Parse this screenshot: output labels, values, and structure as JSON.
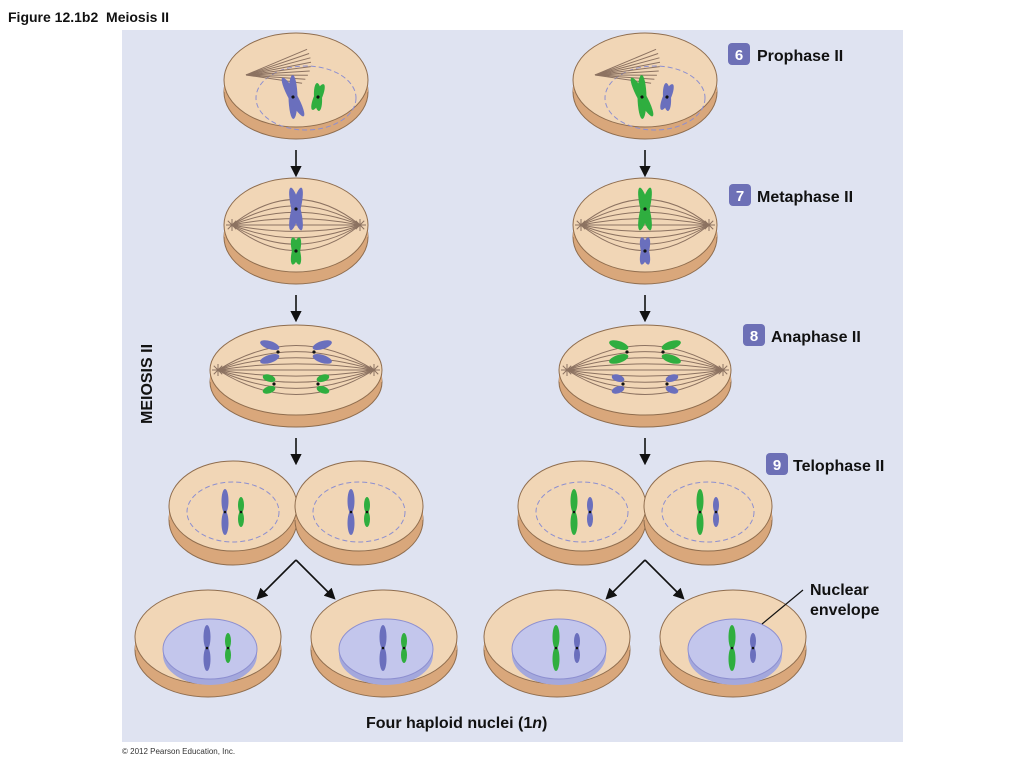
{
  "figure_title": "Figure 12.1b2  Meiosis II",
  "side_label": "MEIOSIS II",
  "stages": [
    {
      "number": "6",
      "name": "Prophase II"
    },
    {
      "number": "7",
      "name": "Metaphase II"
    },
    {
      "number": "8",
      "name": "Anaphase II"
    },
    {
      "number": "9",
      "name": "Telophase II"
    }
  ],
  "annotation": {
    "line1": "Nuclear",
    "line2": "envelope"
  },
  "caption": {
    "prefix": "Four haploid nuclei (1",
    "italic": "n",
    "suffix": ")"
  },
  "copyright": "© 2012 Pearson Education, Inc.",
  "colors": {
    "panel": "#dfe3f1",
    "cell_fill": "#f1d6b6",
    "cell_side": "#d9a77b",
    "cell_stroke": "#8f6d4e",
    "chromosome_blue": "#6a6fbd",
    "chromosome_green": "#2fae3f",
    "badge": "#6d70b6",
    "nucleus": "#c3c6ec"
  }
}
